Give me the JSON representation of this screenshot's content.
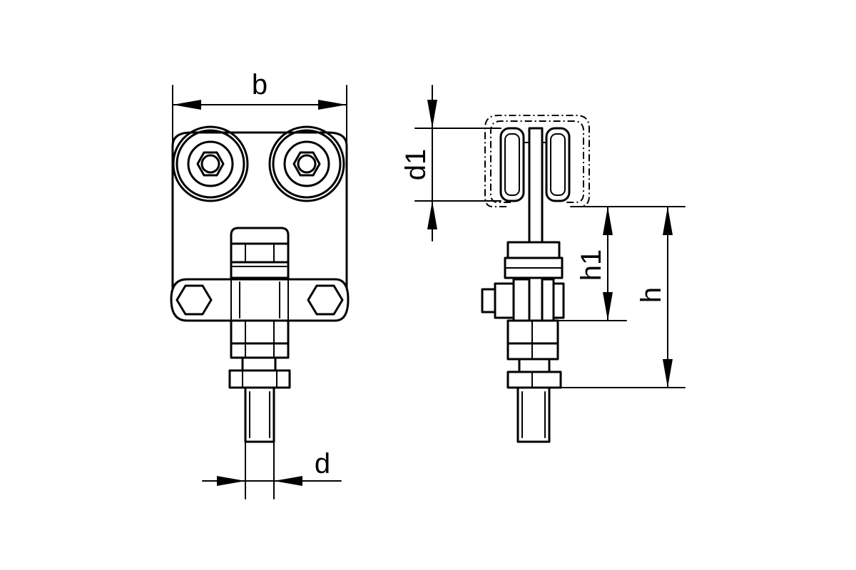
{
  "labels": {
    "b": "b",
    "d": "d",
    "d1": "d1",
    "h1": "h1",
    "h": "h"
  }
}
